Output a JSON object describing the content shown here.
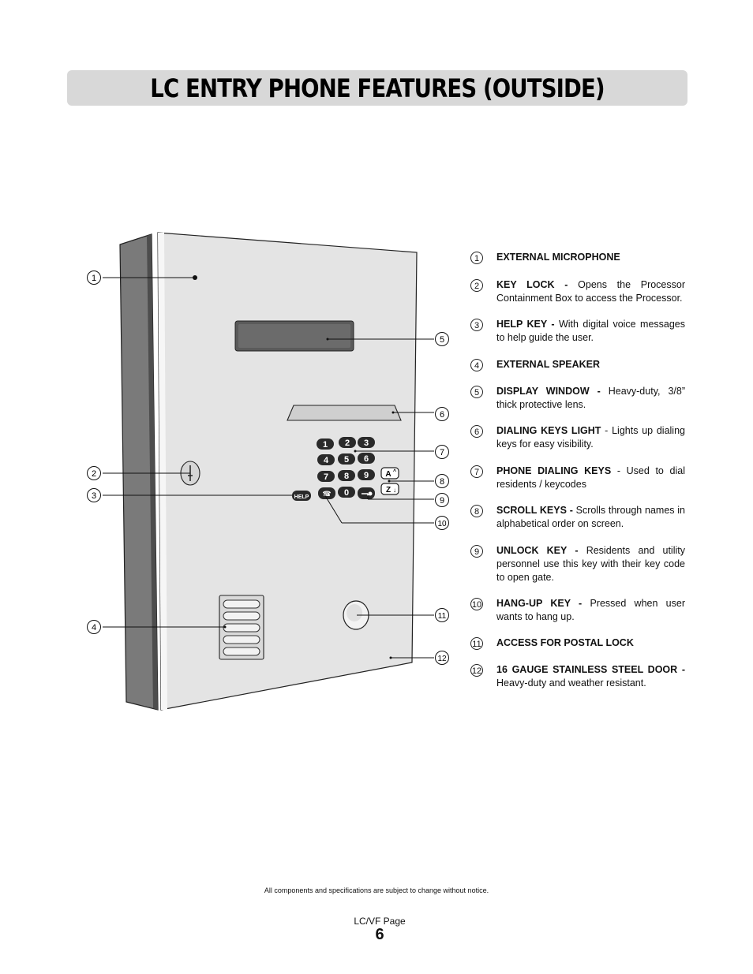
{
  "header": {
    "title": "LC ENTRY PHONE FEATURES (OUTSIDE)"
  },
  "diagram": {
    "callout_numbers": [
      "1",
      "2",
      "3",
      "4",
      "5",
      "6",
      "7",
      "8",
      "9",
      "10",
      "11",
      "12"
    ],
    "keypad_keys": [
      "1",
      "2",
      "3",
      "4",
      "5",
      "6",
      "7",
      "8",
      "9",
      "0"
    ],
    "scroll_up_key": "A",
    "scroll_down_key": "Z",
    "help_key": "HELP"
  },
  "features": [
    {
      "num": "1",
      "label": "EXTERNAL MICROPHONE",
      "text": ""
    },
    {
      "num": "2",
      "label": "KEY LOCK - ",
      "text": "Opens the Processor Containment Box to access the  Processor."
    },
    {
      "num": "3",
      "label": "HELP KEY - ",
      "text": "With digital voice messages to help guide the user."
    },
    {
      "num": "4",
      "label": "EXTERNAL SPEAKER",
      "text": ""
    },
    {
      "num": "5",
      "label": "DISPLAY WINDOW - ",
      "text": "Heavy-duty, 3/8” thick protective lens."
    },
    {
      "num": "6",
      "label": "DIALING KEYS LIGHT",
      "text": " - Lights up dialing keys for easy visibility."
    },
    {
      "num": "7",
      "label": "PHONE DIALING KEYS",
      "text": " - Used to dial residents / keycodes"
    },
    {
      "num": "8",
      "label": "SCROLL KEYS - ",
      "text": "Scrolls through names in alphabetical order on screen."
    },
    {
      "num": "9",
      "label": "UNLOCK KEY - ",
      "text": "Residents and utility personnel use this key with their key code to open gate."
    },
    {
      "num": "10",
      "label": "HANG-UP KEY - ",
      "text": "Pressed when user wants to hang up."
    },
    {
      "num": "11",
      "label": "ACCESS FOR POSTAL LOCK",
      "text": ""
    },
    {
      "num": "12",
      "label": "16 GAUGE STAINLESS STEEL DOOR - ",
      "text": "Heavy-duty and weather resistant."
    }
  ],
  "footer": {
    "notice": "All components and specifications are subject to change without notice.",
    "page_label": "LC/VF Page",
    "page_number": "6"
  }
}
